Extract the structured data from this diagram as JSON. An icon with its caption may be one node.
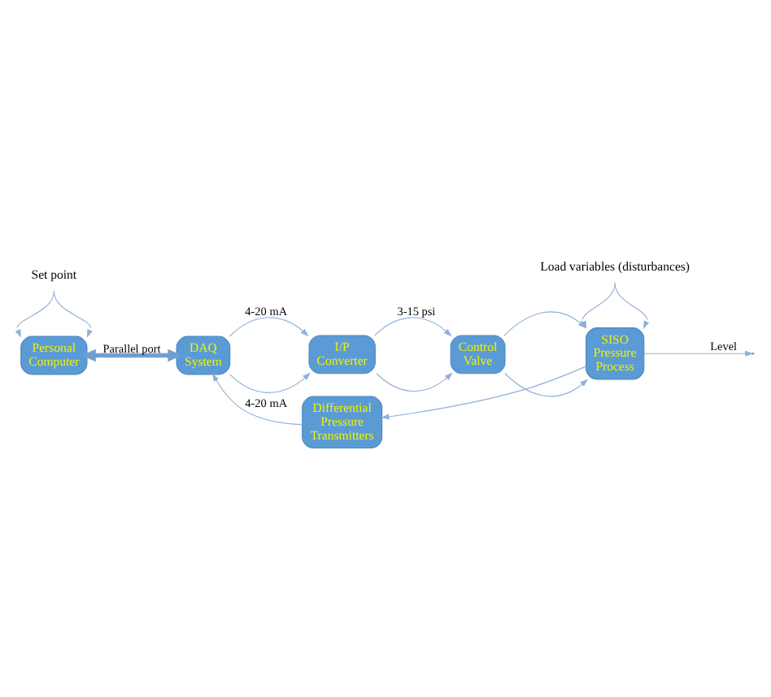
{
  "diagram": {
    "nodes": [
      {
        "text": [
          "Personal Computer"
        ]
      },
      {
        "text": [
          "DAQ System"
        ]
      },
      {
        "text": [
          "I/P Converter"
        ]
      },
      {
        "text": [
          "Control Valve"
        ]
      },
      {
        "text": [
          "SISO Pressure Process"
        ]
      },
      {
        "text": [
          "Differential Pressure Transmitters"
        ]
      },
      {
        "text": [
          "Set point"
        ]
      },
      {
        "text": [
          "Load variables (disturbances)"
        ]
      }
    ],
    "edges": [
      {
        "from": 6,
        "to": 0,
        "arrow": "to"
      },
      {
        "from": 6,
        "to": 0,
        "arrow": "to"
      },
      {
        "from": 0,
        "to": 1,
        "arrow": "both",
        "label": "Parallel port",
        "style": "thick"
      },
      {
        "from": 1,
        "to": 2,
        "arrow": "to",
        "label": "4-20 mA"
      },
      {
        "from": 1,
        "to": 2,
        "arrow": "to"
      },
      {
        "from": 2,
        "to": 3,
        "arrow": "to",
        "label": "3-15 psi"
      },
      {
        "from": 2,
        "to": 3,
        "arrow": "to"
      },
      {
        "from": 3,
        "to": 4,
        "arrow": "to"
      },
      {
        "from": 3,
        "to": 4,
        "arrow": "to"
      },
      {
        "from": 7,
        "to": 4,
        "arrow": "to"
      },
      {
        "from": 7,
        "to": 4,
        "arrow": "to"
      },
      {
        "from": 4,
        "to": null,
        "arrow": "to",
        "label": "Level"
      },
      {
        "from": 4,
        "to": 5,
        "arrow": "to"
      },
      {
        "from": 5,
        "to": 1,
        "arrow": "to",
        "label": "4-20 mA"
      }
    ]
  }
}
